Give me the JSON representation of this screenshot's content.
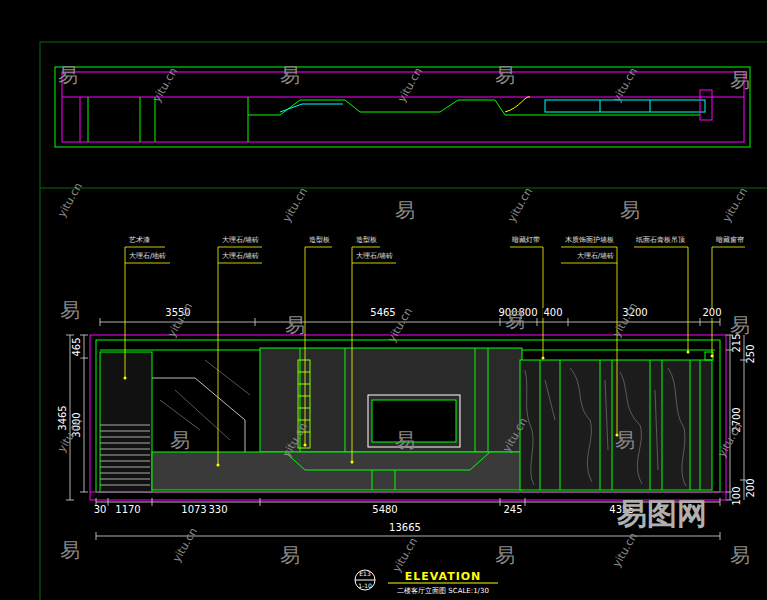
{
  "diagram": {
    "title": "ELEVATION",
    "caption": "二楼客厅立面图 SCALE:1/30",
    "labels": [
      "艺术漆",
      "大理石/地砖",
      "大理石/墙砖",
      "大理石/墙砖",
      "造型板",
      "造型板",
      "大理石/墙砖",
      "暗藏灯带",
      "木质饰面护墙板",
      "大理石/墙砖",
      "纸面石膏板吊顶",
      "暗藏窗帘",
      "3550",
      "5465",
      "900",
      "800",
      "400",
      "3200",
      "200",
      "465",
      "3465",
      "3000",
      "215",
      "250",
      "2700",
      "200",
      "100",
      "30",
      "1170",
      "1073",
      "330",
      "5480",
      "245",
      "4355",
      "13665",
      "E13",
      "1-10",
      "易",
      "易",
      "易",
      "易",
      "易",
      "易",
      "易",
      "易",
      "易",
      "易",
      "易",
      "易",
      "易",
      "易",
      "易",
      "易",
      "易",
      "yitu.cn",
      "yitu.cn",
      "yitu.cn",
      "yitu.cn",
      "yitu.cn",
      "yitu.cn",
      "yitu.cn",
      "yitu.cn",
      "yitu.cn",
      "yitu.cn",
      "yitu.cn",
      "yitu.cn",
      "yitu.cn",
      "yitu.cn",
      "yitu.cn",
      "yitu.cn",
      "yitu.cn",
      "易图网"
    ]
  }
}
